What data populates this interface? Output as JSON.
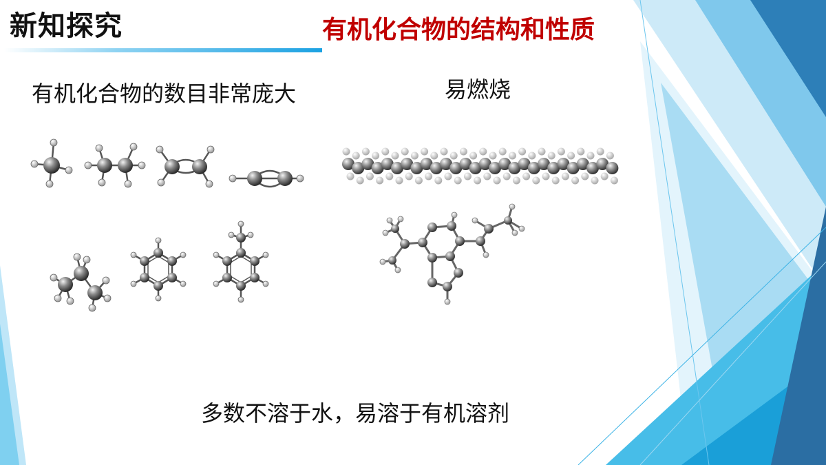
{
  "slide": {
    "section_label": "新知探究",
    "title": "有机化合物的结构和性质",
    "points": [
      "有机化合物的数目非常庞大",
      "易燃烧",
      "多数不溶于水，易溶于有机溶剂"
    ]
  },
  "images": {
    "small_molecules": [
      "methane-model",
      "ethane-model",
      "ethene-model",
      "ethyne-model",
      "propane-model",
      "benzene-model",
      "toluene-model"
    ],
    "polymer_chain": "polyethylene-chain-model",
    "complex_molecule": "bicyclic-molecule-model"
  },
  "colors": {
    "title": "#c00000",
    "accent": "#1ba1e2",
    "text": "#111111"
  }
}
